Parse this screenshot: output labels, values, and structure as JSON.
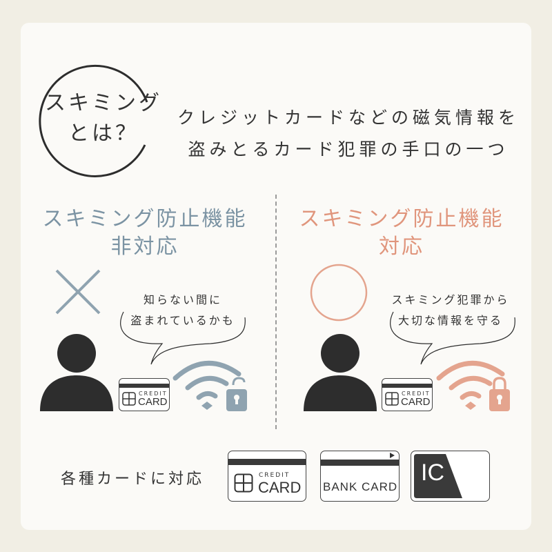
{
  "intro": {
    "title_line1": "スキミング",
    "title_line2": "とは？",
    "desc_line1": "クレジットカードなどの磁気情報を",
    "desc_line2": "盗みとるカード犯罪の手口の一つ"
  },
  "left": {
    "title_line1": "スキミング防止機能",
    "title_line2": "非対応",
    "mark": "cross",
    "bubble_line1": "知らない間に",
    "bubble_line2": "盗まれているかも",
    "card_small": "CREDIT",
    "card_big": "CARD",
    "lock_state": "unlocked",
    "accent": "#8fa3b0"
  },
  "right": {
    "title_line1": "スキミング防止機能",
    "title_line2": "対応",
    "mark": "circle",
    "bubble_line1": "スキミング犯罪から",
    "bubble_line2": "大切な情報を守る",
    "card_small": "CREDIT",
    "card_big": "CARD",
    "lock_state": "locked",
    "accent": "#e4a48e"
  },
  "bottom": {
    "label": "各種カードに対応",
    "cards": [
      {
        "small": "CREDIT",
        "big": "CARD"
      },
      {
        "big": "BANK CARD"
      },
      {
        "big": "IC"
      }
    ]
  }
}
